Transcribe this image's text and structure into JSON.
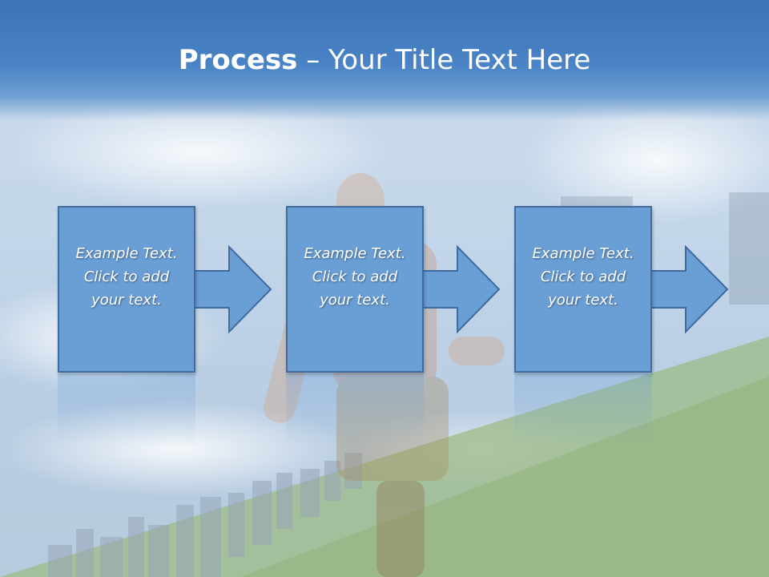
{
  "slide": {
    "title_bold": "Process",
    "title_rest": " – Your Title Text Here"
  },
  "steps": [
    {
      "line1": "Example Text.",
      "line2": "Click  to add",
      "line3": "your text."
    },
    {
      "line1": "Example Text.",
      "line2": "Click  to add",
      "line3": "your text."
    },
    {
      "line1": "Example Text.",
      "line2": "Click  to add",
      "line3": "your text."
    }
  ],
  "colors": {
    "header": "#4a84c6",
    "box_fill": "#6a9fd6",
    "box_border": "#3f6b9f",
    "arrow_fill": "#6a9fd6",
    "grass": "#9dbb86"
  }
}
